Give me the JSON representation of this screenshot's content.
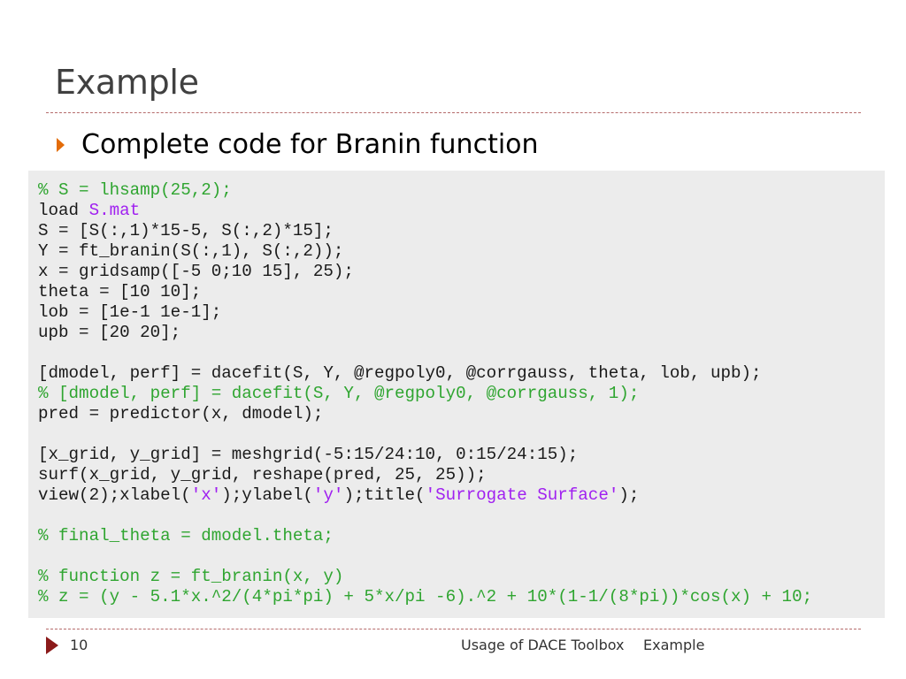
{
  "slide": {
    "title": "Example",
    "bullet": "Complete code for Branin function"
  },
  "code": {
    "lines": [
      {
        "kind": "comment",
        "text": "% S = lhsamp(25,2);"
      },
      {
        "kind": "mixed",
        "parts": [
          {
            "t": "load ",
            "c": "plain"
          },
          {
            "t": "S.mat",
            "c": "str"
          }
        ]
      },
      {
        "kind": "plain",
        "text": "S = [S(:,1)*15-5, S(:,2)*15];"
      },
      {
        "kind": "plain",
        "text": "Y = ft_branin(S(:,1), S(:,2));"
      },
      {
        "kind": "plain",
        "text": "x = gridsamp([-5 0;10 15], 25);"
      },
      {
        "kind": "plain",
        "text": "theta = [10 10];"
      },
      {
        "kind": "plain",
        "text": "lob = [1e-1 1e-1];"
      },
      {
        "kind": "plain",
        "text": "upb = [20 20];"
      },
      {
        "kind": "plain",
        "text": ""
      },
      {
        "kind": "plain",
        "text": "[dmodel, perf] = dacefit(S, Y, @regpoly0, @corrgauss, theta, lob, upb);"
      },
      {
        "kind": "comment",
        "text": "% [dmodel, perf] = dacefit(S, Y, @regpoly0, @corrgauss, 1);"
      },
      {
        "kind": "plain",
        "text": "pred = predictor(x, dmodel);"
      },
      {
        "kind": "plain",
        "text": ""
      },
      {
        "kind": "plain",
        "text": "[x_grid, y_grid] = meshgrid(-5:15/24:10, 0:15/24:15);"
      },
      {
        "kind": "plain",
        "text": "surf(x_grid, y_grid, reshape(pred, 25, 25));"
      },
      {
        "kind": "mixed",
        "parts": [
          {
            "t": "view(2);xlabel(",
            "c": "plain"
          },
          {
            "t": "'x'",
            "c": "str"
          },
          {
            "t": ");ylabel(",
            "c": "plain"
          },
          {
            "t": "'y'",
            "c": "str"
          },
          {
            "t": ");title(",
            "c": "plain"
          },
          {
            "t": "'Surrogate Surface'",
            "c": "str"
          },
          {
            "t": ");",
            "c": "plain"
          }
        ]
      },
      {
        "kind": "plain",
        "text": ""
      },
      {
        "kind": "comment",
        "text": "% final_theta = dmodel.theta;"
      },
      {
        "kind": "plain",
        "text": ""
      },
      {
        "kind": "comment",
        "text": "% function z = ft_branin(x, y)"
      },
      {
        "kind": "comment",
        "text": "% z = (y - 5.1*x.^2/(4*pi*pi) + 5*x/pi -6).^2 + 10*(1-1/(8*pi))*cos(x) + 10;"
      }
    ]
  },
  "footer": {
    "page_number": "10",
    "center_text": "Usage of DACE Toolbox",
    "right_text": "Example"
  },
  "colors": {
    "comment": "#2fa530",
    "string": "#a020f0",
    "bullet": "#e36c09",
    "footer_arrow": "#8b1a1a",
    "rule": "#b56b6b",
    "code_background": "#ececec"
  }
}
